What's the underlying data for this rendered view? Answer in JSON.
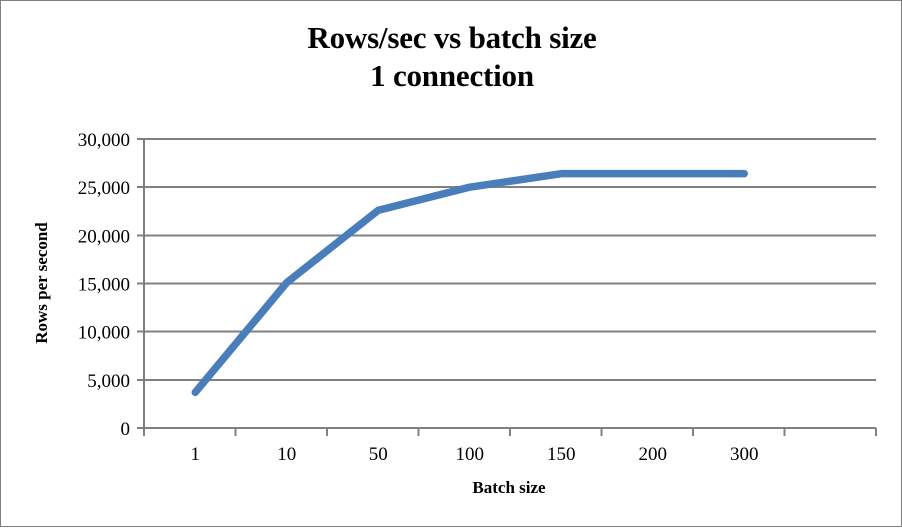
{
  "chart_data": {
    "type": "line",
    "title": "Rows/sec vs batch size\n1 connection",
    "title_lines": [
      "Rows/sec vs batch size",
      "1 connection"
    ],
    "xlabel": "Batch size",
    "ylabel": "Rows per second",
    "categories": [
      "1",
      "10",
      "50",
      "100",
      "150",
      "200",
      "300"
    ],
    "values": [
      3700,
      15100,
      22600,
      25000,
      26400,
      26400,
      26400
    ],
    "series": [
      {
        "name": "Rows per second",
        "values": [
          3700,
          15100,
          22600,
          25000,
          26400,
          26400,
          26400
        ],
        "color": "#4A7EBB"
      }
    ],
    "ylim": [
      0,
      30000
    ],
    "ytick_values": [
      0,
      5000,
      10000,
      15000,
      20000,
      25000,
      30000
    ],
    "ytick_labels": [
      "0",
      "5,000",
      "10,000",
      "15,000",
      "20,000",
      "25,000",
      "30,000"
    ],
    "grid": true,
    "grid_axis": "y",
    "grid_color": "#808080",
    "legend": false,
    "legend_position": "none",
    "background": "#FFFFFF",
    "border_color": "#808080"
  }
}
